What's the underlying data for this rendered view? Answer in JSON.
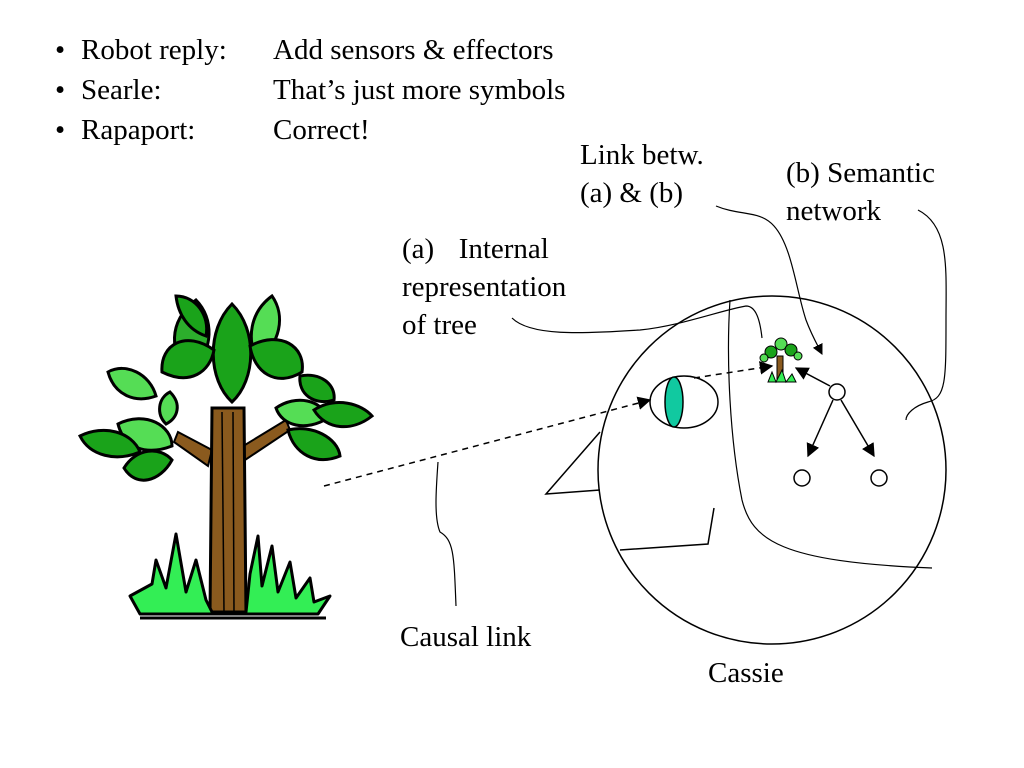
{
  "bullets": [
    {
      "speaker": "Robot reply:",
      "text": "Add sensors & effectors"
    },
    {
      "speaker": "Searle:",
      "text": "That’s just more symbols"
    },
    {
      "speaker": "Rapaport:",
      "text": "Correct!"
    }
  ],
  "labels": {
    "link_line1": "Link betw.",
    "link_line2": "(a) & (b)",
    "semantic_line1": "(b) Semantic",
    "semantic_line2": "network",
    "internal_prefix": "(a)",
    "internal_line1": "Internal",
    "internal_line2": "representation",
    "internal_line3": "of tree",
    "causal_link": "Causal link",
    "cassie": "Cassie"
  },
  "icons": {
    "tree": "tree-icon",
    "small_tree": "small-tree-icon",
    "eye": "eye-icon",
    "nose": "nose-shape"
  },
  "colors": {
    "leaf": "#1aa31a",
    "leaf_light": "#55dd55",
    "grass": "#33ee55",
    "trunk": "#8a5a1e",
    "iris": "#11c9a0"
  }
}
